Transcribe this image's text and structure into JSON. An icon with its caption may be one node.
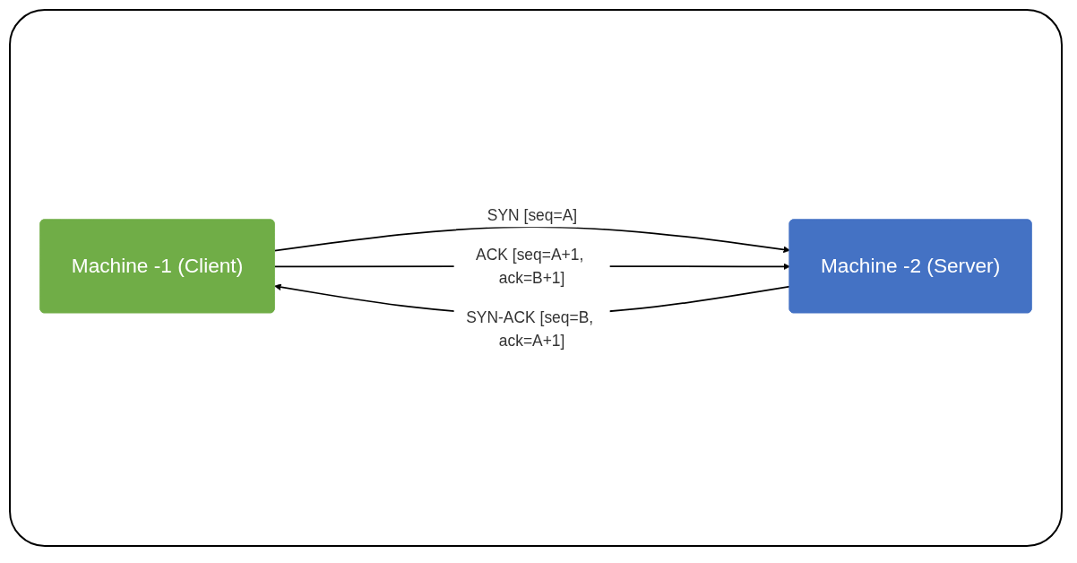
{
  "diagram": {
    "nodes": [
      {
        "text": [
          "Machine -1 (Client)"
        ]
      },
      {
        "text": [
          "Machine -2 (Server)"
        ]
      }
    ],
    "edges": [
      {
        "from": 0,
        "to": 1,
        "arrow": "to",
        "label": "SYN [seq=A]"
      },
      {
        "from": 1,
        "to": 0,
        "arrow": "to",
        "label": "SYN-ACK [seq=B, ack=A+1]"
      },
      {
        "from": 0,
        "to": 1,
        "arrow": "to",
        "label": "ACK [seq=A+1, ack=B+1]"
      }
    ]
  }
}
